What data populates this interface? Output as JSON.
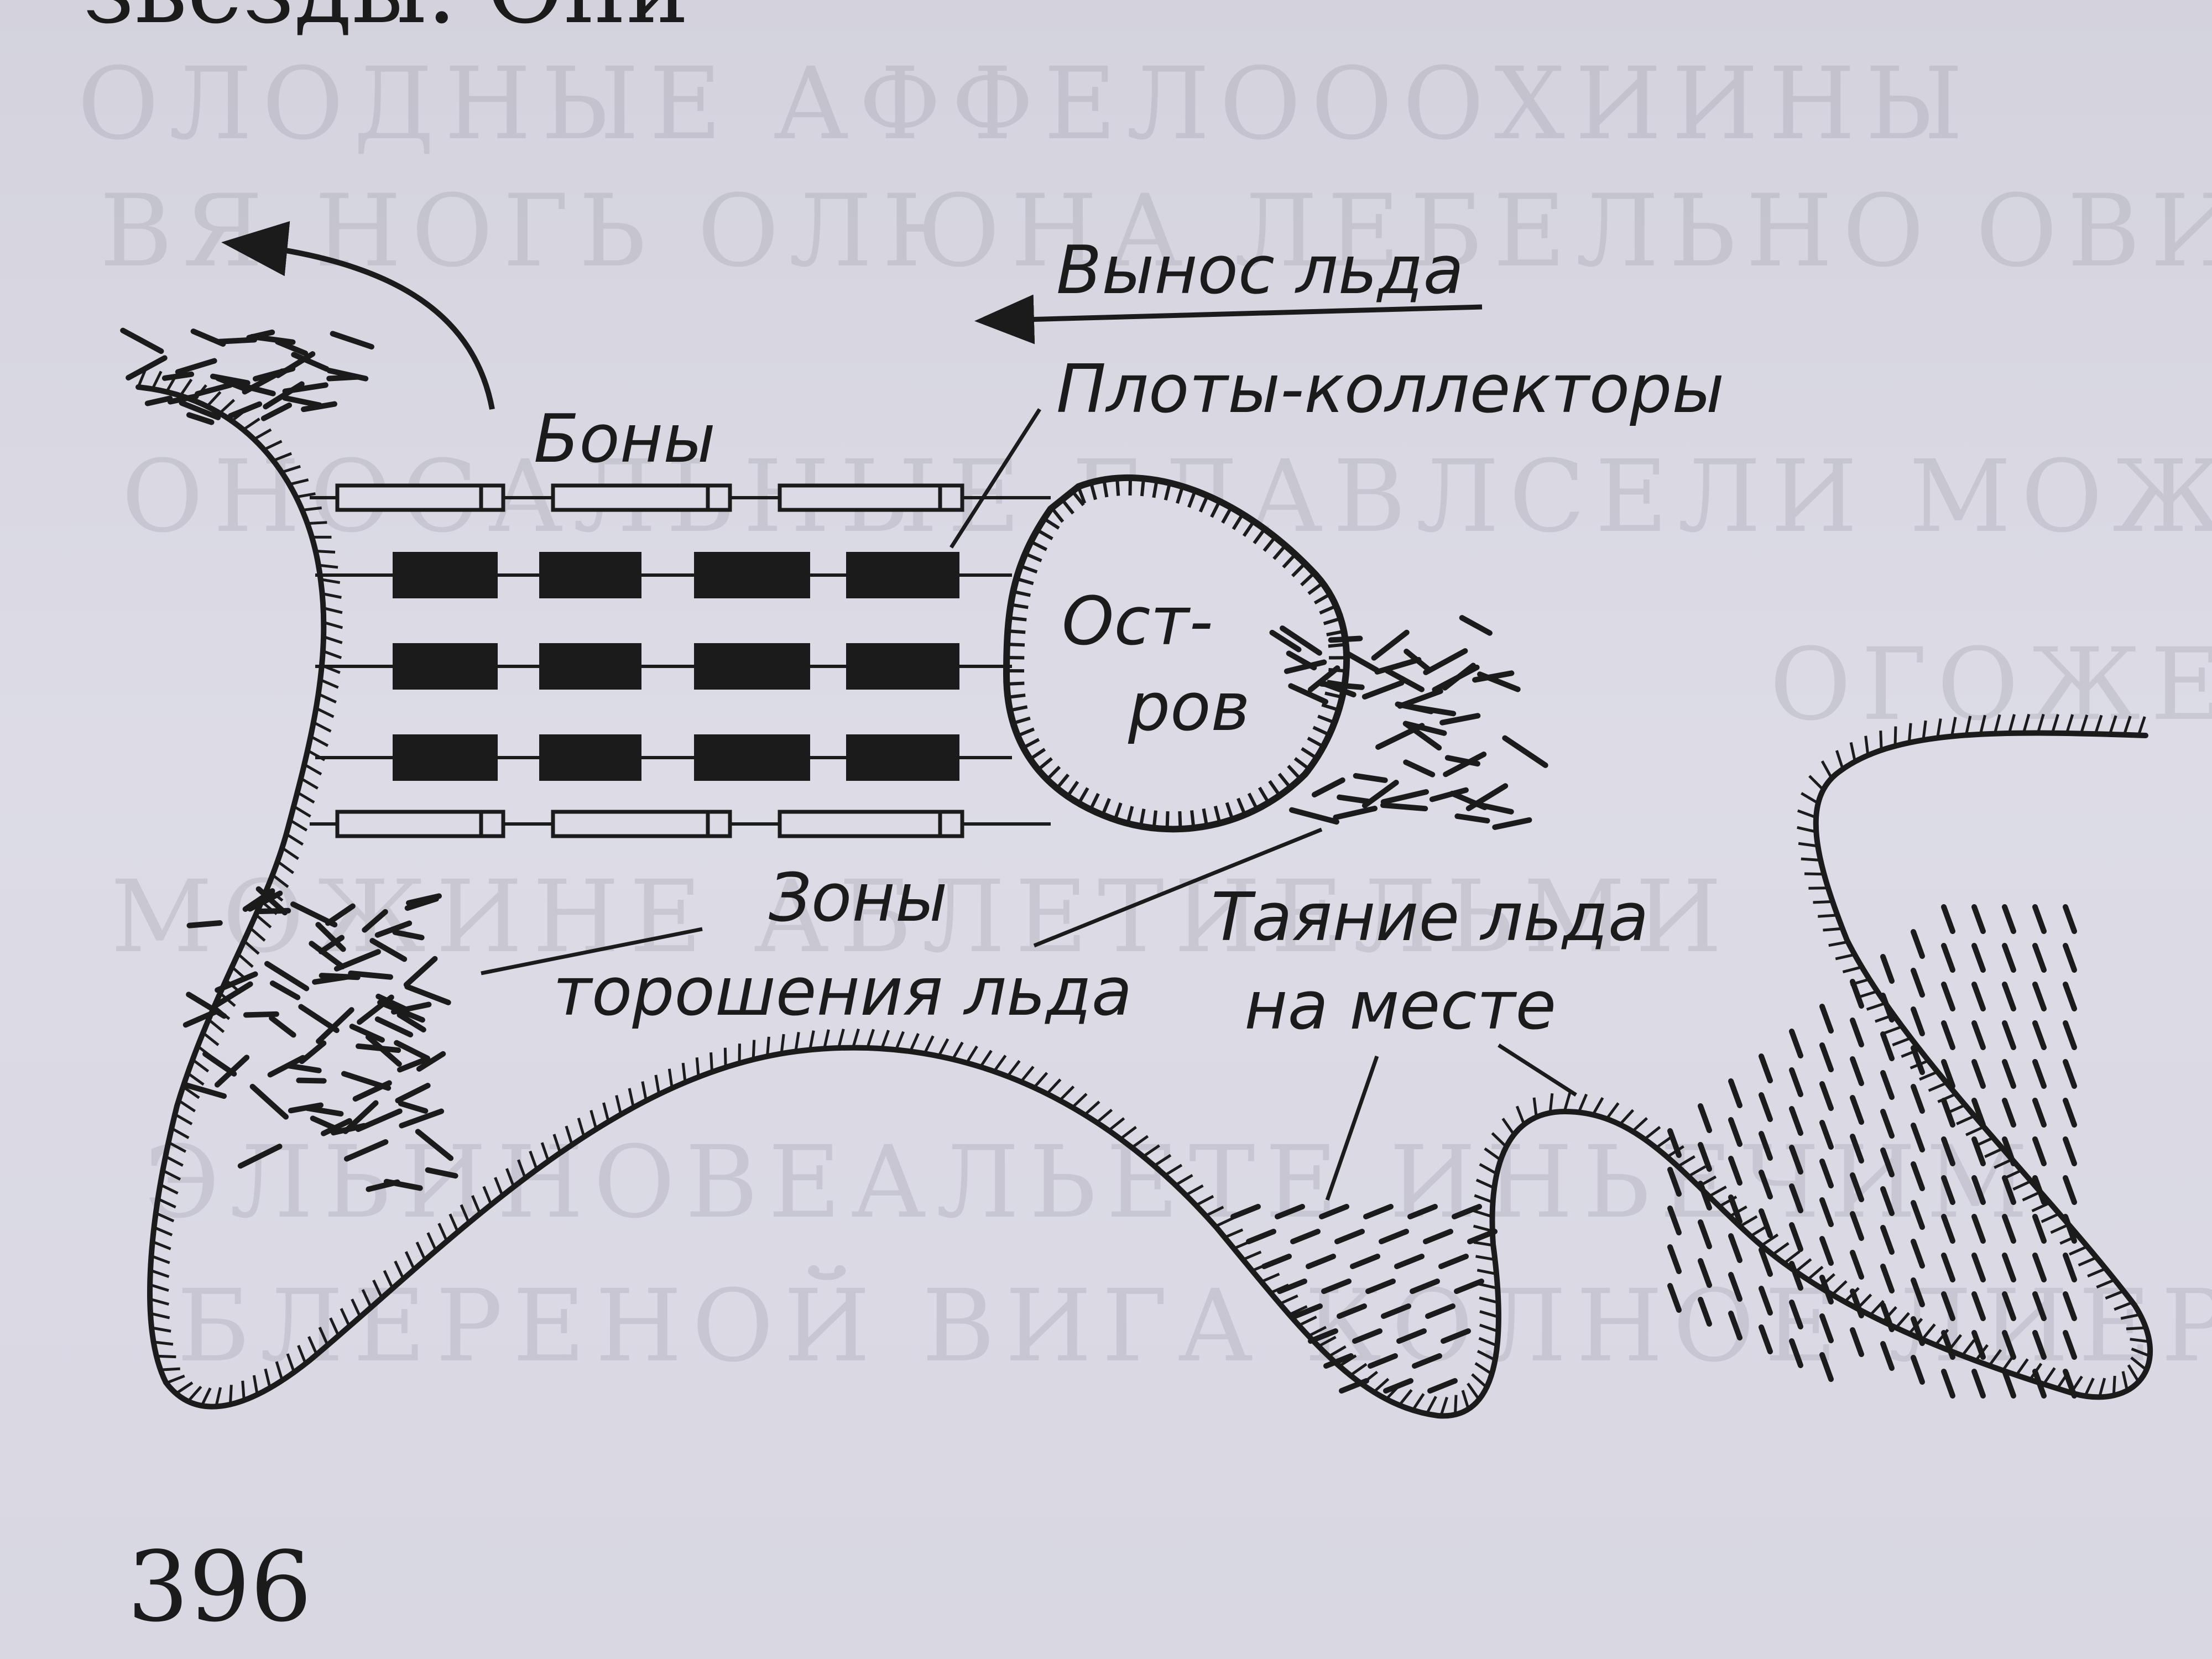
{
  "labels": {
    "ice_export": "Вынос льда",
    "booms": "Боны",
    "collector_rafts": "Плоты-коллекторы",
    "island_line1": "Ост-",
    "island_line2": "ров",
    "zones_line1": "Зоны",
    "zones_line2": "торошения льда",
    "melting_line1": "Таяние льда",
    "melting_line2": "на месте"
  },
  "page_number": "396",
  "colors": {
    "ink": "#1b1b1b",
    "paper": "#d9d8e2"
  }
}
